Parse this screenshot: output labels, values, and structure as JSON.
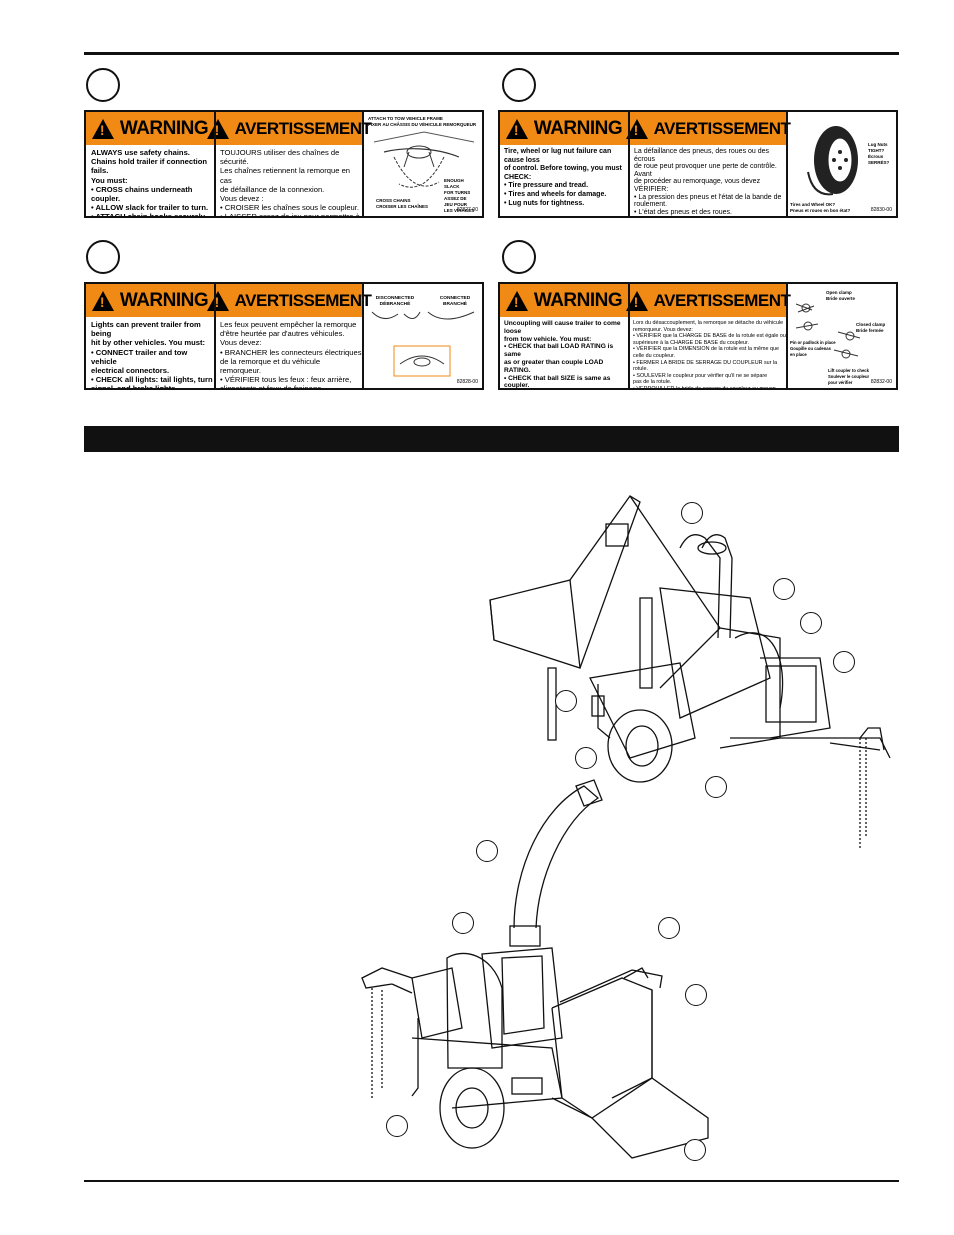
{
  "labels": [
    {
      "id": "safety-chains",
      "warning": "WARNING",
      "avertissement": "AVERTISSEMENT",
      "english": "ALWAYS use safety chains.\nChains hold trailer if connection fails.\nYou must:\n• CROSS chains underneath coupler.\n• ALLOW slack for trailer to turn.\n• ATTACH chain hooks securely to\n   tow vehicle frame.",
      "french": "TOUJOURS utiliser des chaînes de sécurité.\nLes chaînes retiennent la remorque en cas\nde défaillance de la connexion.\nVous devez :\n• CROISER les chaînes sous le coupleur.\n• LAISSER assez de jeu pour permettre à la\n   remorque d'effectuer les virages.\n• FIXER solidement les crochets de chaîne\n   au châssis du véhicule remorqueur.",
      "picture_text": [
        "ATTACH TO TOW VEHICLE FRAME\nFIXER AU CHÂSSIS DU VÉHICULE REMORQUEUR",
        "CROSS CHAINS\nCROISER LES CHAÎNES",
        "ENOUGH SLACK\nFOR TURNS\nASSEZ DE\nJEU POUR\nLES VIRAGES"
      ],
      "code": "82827-00"
    },
    {
      "id": "tire-wheel",
      "warning": "WARNING",
      "avertissement": "AVERTISSEMENT",
      "english": "Tire, wheel or lug nut failure can cause loss\nof control. Before towing, you must CHECK:\n• Tire pressure and tread.\n• Tires and wheels for damage.\n• Lug nuts for tightness.\n\nFor new and remounted wheels, re-tighten\nlug nuts at the first 10, 25 and 50 miles of\ndriving.",
      "french": "La défaillance des pneus, des roues ou des écrous\nde roue peut provoquer une perte de contrôle. Avant\nde procéder au remorquage, vous devez VÉRIFIER:\n• La pression des pneus et l'état de la bande de\n   roulement.\n• L'état des pneus et des roues.\n• Le serrage des écrous de roue.\nSur les roues neuves ou remontées, resserrer les\nécrous de roue après les 16, 40 et 80 premiers\nkilomètres (10, 25 et 50 miles).",
      "picture_text": [
        "Lug Nuts\nTIGHT?\nÉcrous\nSERRÉS?",
        "Tires and Wheel OK?\nPneus et roues en bon état?"
      ],
      "code": "82830-00"
    },
    {
      "id": "lights",
      "warning": "WARNING",
      "avertissement": "AVERTISSEMENT",
      "english": "Lights can prevent trailer from being\nhit by other vehicles. You must:\n• CONNECT trailer and tow vehicle\n   electrical connectors.\n• CHECK all lights: tail lights, turn\n   signal, and brake lights.\n• DO NOT TOW if lights are not\n   working.",
      "french": "Les feux peuvent empêcher la remorque\nd'être heurtée par d'autres véhicules.\nVous devez:\n• BRANCHER les connecteurs électriques\n   de la remorque et du véhicule remorqueur.\n• VÉRIFIER tous les feux : feux arrière,\n   clignotants et feux de freinage.\n• NE PAS REMORQUER si les feux ne\n   fonctionnent pas.",
      "picture_text": [
        "DISCONNECTED\nDÉBRANCHÉ",
        "CONNECTED\nBRANCHÉ"
      ],
      "code": "82828-00"
    },
    {
      "id": "coupler",
      "warning": "WARNING",
      "avertissement": "AVERTISSEMENT",
      "english": "Uncoupling will cause trailer to come loose\nfrom tow vehicle. You must:\n• CHECK that ball LOAD RATING is same\n   as or greater than couple LOAD RATING.\n• CHECK that ball SIZE is same as coupler.\n• CLOSE COUPLER CLAMP on ball.\n• LIFT coupler upwards to test that it will\n   not separate from ball.\n• LOCK coupler clamp with pin or padlock.",
      "french": "Lors du désaccouplement, la remorque se détache du véhicule\nremorqueur. Vous devez:\n• VÉRIFIER que la CHARGE DE BASE de la rotule est égale ou\n   supérieure à la CHARGE DE BASE du coupleur.\n• VÉRIFIER que la DIMENSION de la rotule est la même que\n   celle du coupleur.\n• FERMER LA BRIDE DE SERRAGE DU COUPLEUR sur la rotule.\n• SOULEVER le coupleur pour vérifier qu'il ne se sépare\n   pas de la rotule.\n• VERROUILLER la bride de serrage du coupleur au moyen\n   d'une goupille ou d'un cadenas.",
      "picture_text": [
        "Open clamp\nBride ouverte",
        "Closed clamp\nBride fermée",
        "Pin or padlock in place\nGoupille ou cadenas\nen place",
        "Lift coupler to check\nSoulever le coupleur\npour vérifier"
      ],
      "code": "82832-00"
    }
  ]
}
